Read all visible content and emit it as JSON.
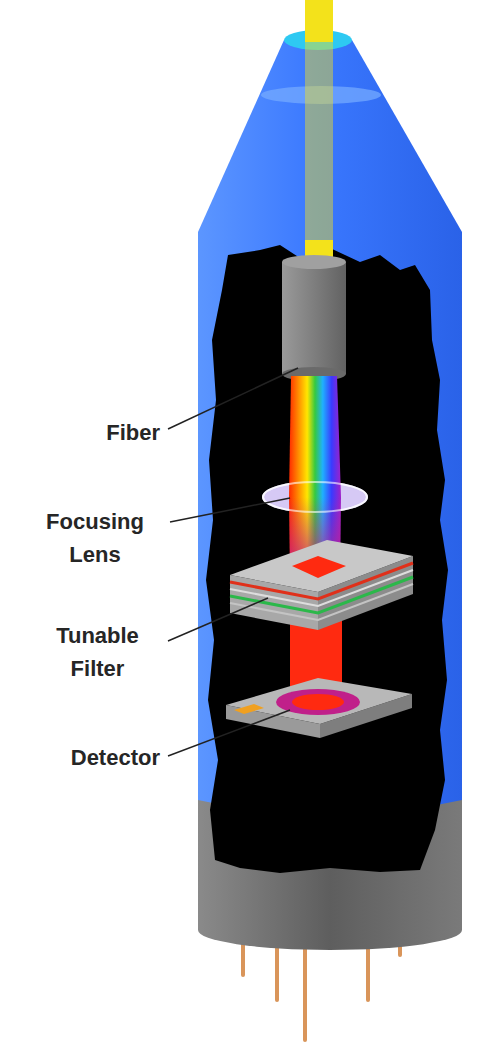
{
  "diagram": {
    "labels": [
      "Fiber",
      "Focusing Lens",
      "Tunable Filter",
      "Detector"
    ]
  }
}
